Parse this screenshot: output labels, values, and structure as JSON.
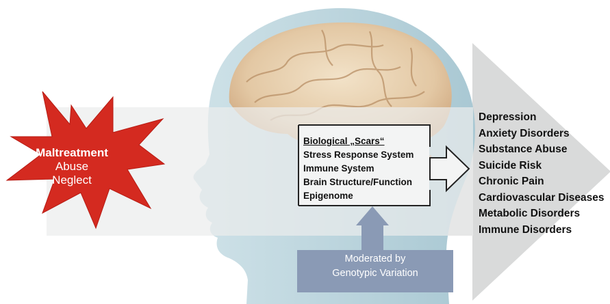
{
  "trigger": {
    "title": "Maltreatment",
    "items": [
      "Abuse",
      "Neglect"
    ]
  },
  "scars": {
    "heading": "Biological „Scars“",
    "items": [
      "Stress Response System",
      "Immune System",
      "Brain Structure/Function",
      "Epigenome"
    ]
  },
  "outcomes": [
    "Depression",
    "Anxiety Disorders",
    "Substance Abuse",
    "Suicide Risk",
    "Chronic Pain",
    "Cardiovascular Diseases",
    "Metabolic Disorders",
    "Immune Disorders"
  ],
  "moderator": {
    "lines": [
      "Moderated by",
      "Genotypic Variation"
    ]
  },
  "colors": {
    "star": "#d42a20",
    "arrow_band": "#ebeded",
    "big_arrow": "#d9dada",
    "moderator_box": "#8a9ab5",
    "skin": "#b8d3dc",
    "brain": "#e8d2b4"
  }
}
